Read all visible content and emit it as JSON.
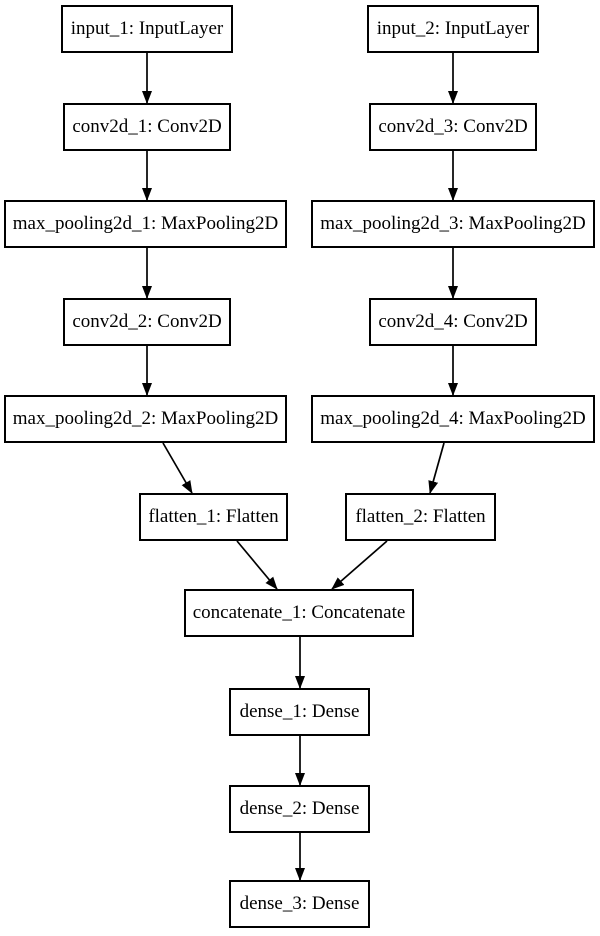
{
  "diagram": {
    "kind": "neural-network-layer-graph",
    "colors": {
      "background": "#ffffff",
      "node_fill": "#ffffff",
      "node_border": "#000000",
      "edge": "#000000",
      "text": "#000000"
    },
    "nodes": [
      {
        "id": "input_1",
        "label": "input_1: InputLayer"
      },
      {
        "id": "conv2d_1",
        "label": "conv2d_1: Conv2D"
      },
      {
        "id": "max_pooling2d_1",
        "label": "max_pooling2d_1: MaxPooling2D"
      },
      {
        "id": "conv2d_2",
        "label": "conv2d_2: Conv2D"
      },
      {
        "id": "max_pooling2d_2",
        "label": "max_pooling2d_2: MaxPooling2D"
      },
      {
        "id": "flatten_1",
        "label": "flatten_1: Flatten"
      },
      {
        "id": "input_2",
        "label": "input_2: InputLayer"
      },
      {
        "id": "conv2d_3",
        "label": "conv2d_3: Conv2D"
      },
      {
        "id": "max_pooling2d_3",
        "label": "max_pooling2d_3: MaxPooling2D"
      },
      {
        "id": "conv2d_4",
        "label": "conv2d_4: Conv2D"
      },
      {
        "id": "max_pooling2d_4",
        "label": "max_pooling2d_4: MaxPooling2D"
      },
      {
        "id": "flatten_2",
        "label": "flatten_2: Flatten"
      },
      {
        "id": "concatenate_1",
        "label": "concatenate_1: Concatenate"
      },
      {
        "id": "dense_1",
        "label": "dense_1: Dense"
      },
      {
        "id": "dense_2",
        "label": "dense_2: Dense"
      },
      {
        "id": "dense_3",
        "label": "dense_3: Dense"
      }
    ],
    "edges": [
      {
        "from": "input_1",
        "to": "conv2d_1"
      },
      {
        "from": "conv2d_1",
        "to": "max_pooling2d_1"
      },
      {
        "from": "max_pooling2d_1",
        "to": "conv2d_2"
      },
      {
        "from": "conv2d_2",
        "to": "max_pooling2d_2"
      },
      {
        "from": "max_pooling2d_2",
        "to": "flatten_1"
      },
      {
        "from": "flatten_1",
        "to": "concatenate_1"
      },
      {
        "from": "input_2",
        "to": "conv2d_3"
      },
      {
        "from": "conv2d_3",
        "to": "max_pooling2d_3"
      },
      {
        "from": "max_pooling2d_3",
        "to": "conv2d_4"
      },
      {
        "from": "conv2d_4",
        "to": "max_pooling2d_4"
      },
      {
        "from": "max_pooling2d_4",
        "to": "flatten_2"
      },
      {
        "from": "flatten_2",
        "to": "concatenate_1"
      },
      {
        "from": "concatenate_1",
        "to": "dense_1"
      },
      {
        "from": "dense_1",
        "to": "dense_2"
      },
      {
        "from": "dense_2",
        "to": "dense_3"
      }
    ]
  }
}
